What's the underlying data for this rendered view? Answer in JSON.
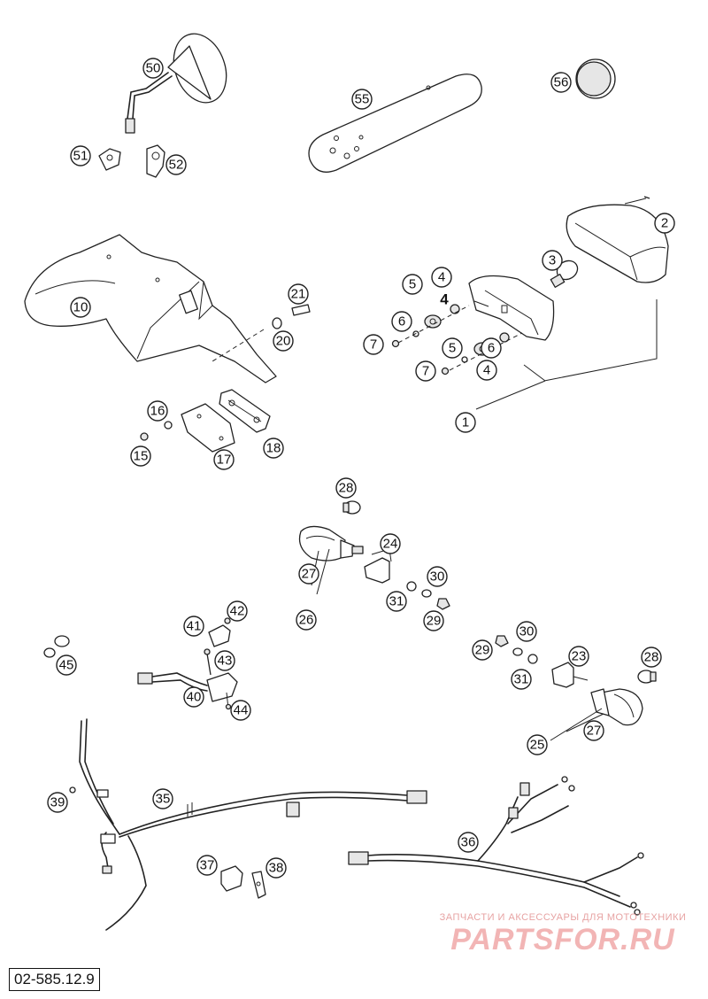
{
  "diagram": {
    "drawing_code": "02-585.12.9",
    "bold_label": "4",
    "callouts": [
      "50",
      "51",
      "52",
      "55",
      "56",
      "2",
      "3",
      "5",
      "4",
      "6",
      "7",
      "1",
      "10",
      "21",
      "20",
      "16",
      "15",
      "17",
      "18",
      "28",
      "24",
      "27",
      "26",
      "30",
      "31",
      "29",
      "41",
      "42",
      "43",
      "40",
      "44",
      "45",
      "23",
      "25",
      "39",
      "35",
      "36",
      "37",
      "38"
    ]
  },
  "watermark": {
    "subtitle": "ЗАПЧАСТИ И АКСЕССУАРЫ ДЛЯ МОТОТЕХНИКИ",
    "logo": "PARTSFOR.RU"
  }
}
